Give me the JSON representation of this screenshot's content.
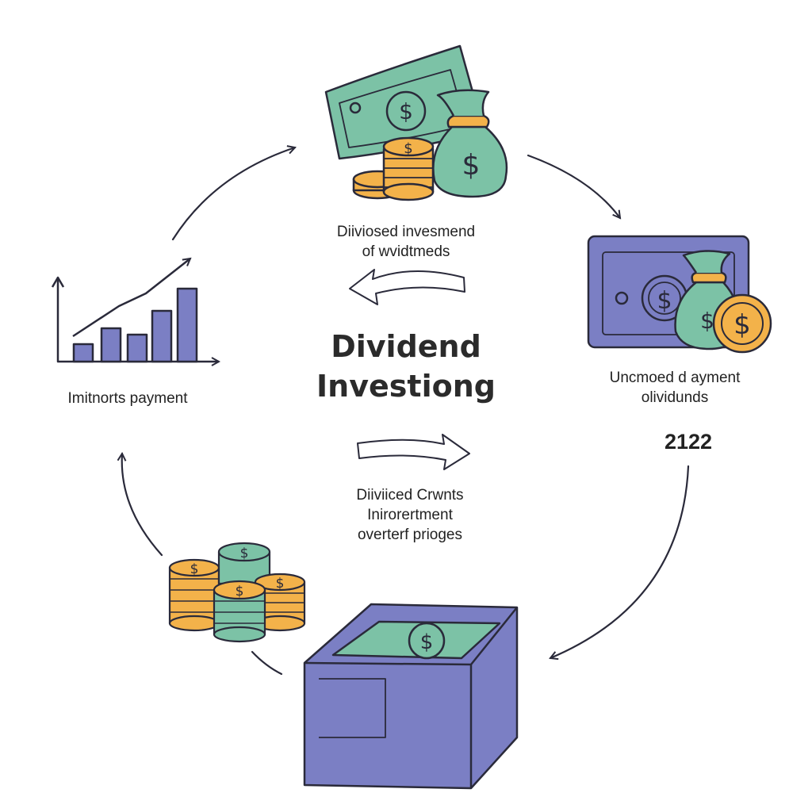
{
  "title": {
    "line1": "Dividend",
    "line2": "Investiong"
  },
  "labels": {
    "top": [
      "Diiviosed invesmend",
      "of wvidtmeds"
    ],
    "right": [
      "Uncmoed d ayment",
      "olividunds"
    ],
    "left": [
      "Imitnorts payment"
    ],
    "center": [
      "Diiviiced Crwnts",
      "Inirorertment",
      "overterf prioges"
    ],
    "year": "2122"
  },
  "icons": {
    "top": [
      "banknote-icon",
      "coin-stack-icon",
      "money-bag-icon"
    ],
    "right": [
      "wallet-icon",
      "money-bag-icon",
      "coin-icon"
    ],
    "bottom": [
      "cash-tray-icon"
    ],
    "bottom_left": [
      "coin-stack-icon"
    ],
    "left": [
      "bar-chart-icon",
      "trend-arrow-icon"
    ]
  },
  "colors": {
    "green": "#7cc2a6",
    "gold": "#f3b24a",
    "purple": "#7b7fc4",
    "outline": "#2a2a3a"
  }
}
